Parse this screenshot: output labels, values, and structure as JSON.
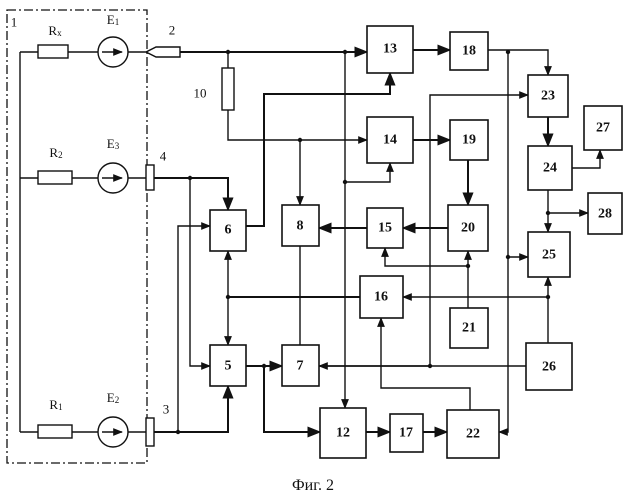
{
  "caption": "Фиг. 2",
  "colors": {
    "ink": "#111111",
    "background": "#ffffff"
  },
  "blocks": {
    "b5": "5",
    "b6": "6",
    "b7": "7",
    "b8": "8",
    "b12": "12",
    "b13": "13",
    "b14": "14",
    "b15": "15",
    "b16": "16",
    "b17": "17",
    "b18": "18",
    "b19": "19",
    "b20": "20",
    "b21": "21",
    "b22": "22",
    "b23": "23",
    "b24": "24",
    "b25": "25",
    "b26": "26",
    "b27": "27",
    "b28": "28"
  },
  "labels": {
    "l1": "1",
    "l2": "2",
    "l3": "3",
    "l4": "4",
    "l10": "10"
  },
  "components": {
    "rx": {
      "main": "R",
      "sub": "x"
    },
    "r2": {
      "main": "R",
      "sub": "2"
    },
    "r1": {
      "main": "R",
      "sub": "1"
    },
    "e1": {
      "main": "E",
      "sub": "1"
    },
    "e3": {
      "main": "E",
      "sub": "3"
    },
    "e2": {
      "main": "E",
      "sub": "2"
    }
  }
}
